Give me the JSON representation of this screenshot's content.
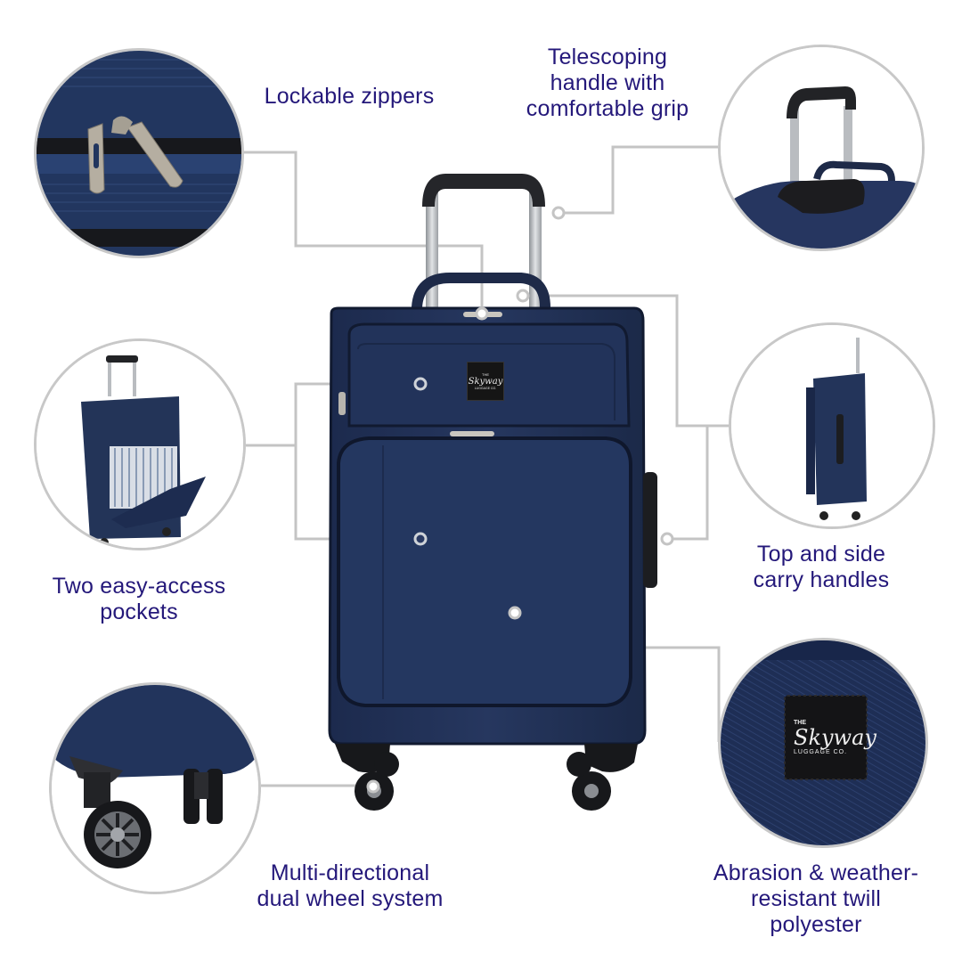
{
  "brand": {
    "tag_line1": "THE",
    "tag_script": "Skyway",
    "tag_line2": "LUGGAGE CO."
  },
  "colors": {
    "label_text": "#24187a",
    "connector": "#c4c4c4",
    "luggage_navy": "#1f2f55",
    "luggage_dark": "#162444",
    "handle_black": "#222326",
    "handle_silver": "#b9bcc0"
  },
  "features": [
    {
      "id": "zippers",
      "lines": [
        "Lockable zippers"
      ]
    },
    {
      "id": "handle",
      "lines": [
        "Telescoping",
        "handle with",
        "comfortable grip"
      ]
    },
    {
      "id": "pockets",
      "lines": [
        "Two easy-access",
        "pockets"
      ]
    },
    {
      "id": "carry",
      "lines": [
        "Top and side",
        "carry handles"
      ]
    },
    {
      "id": "wheels",
      "lines": [
        "Multi-directional",
        "dual wheel system"
      ]
    },
    {
      "id": "fabric",
      "lines": [
        "Abrasion & weather-",
        "resistant twill",
        "polyester"
      ]
    }
  ]
}
